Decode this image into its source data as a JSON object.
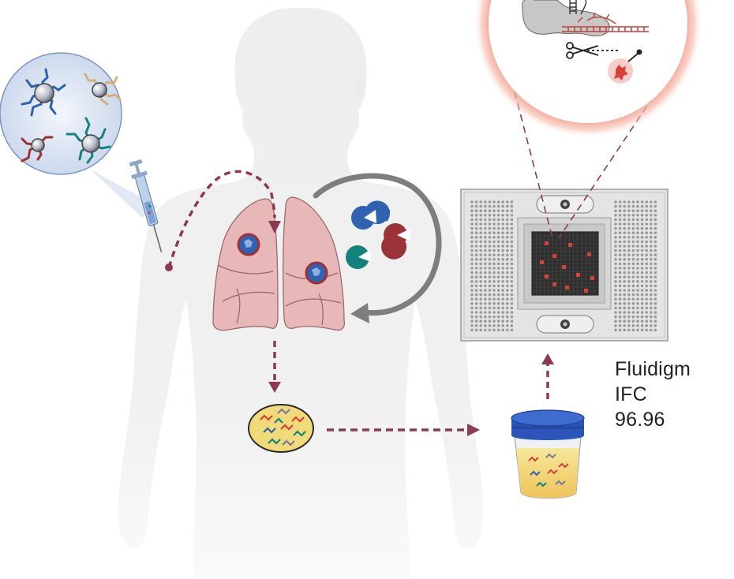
{
  "label": {
    "lines": [
      "Fluidigm",
      "IFC",
      "96.96"
    ]
  },
  "colors": {
    "body": "#efefef",
    "lung": "#e8b7b8",
    "lung_outline": "#9a6a6d",
    "path": "#8a3a52",
    "recycle_arrow": "#7e7e7e",
    "chip_frame": "#d4d4d4",
    "chip_grid": "#2f2f2f",
    "chip_spot": "#d8403a",
    "glow": "#f59a8a",
    "cup_lid": "#2b55b8",
    "urine": "#f1da7a",
    "cell_blue": "#2f62b0",
    "cell_red": "#9a3238",
    "cell_teal": "#14827c"
  },
  "icons": [
    "nanoparticle-icon",
    "syringe-icon",
    "lungs-icon",
    "tumor-icon",
    "protease-icon",
    "urine-cup-icon",
    "microfluidic-chip-icon",
    "scissors-icon",
    "crispr-icon"
  ]
}
